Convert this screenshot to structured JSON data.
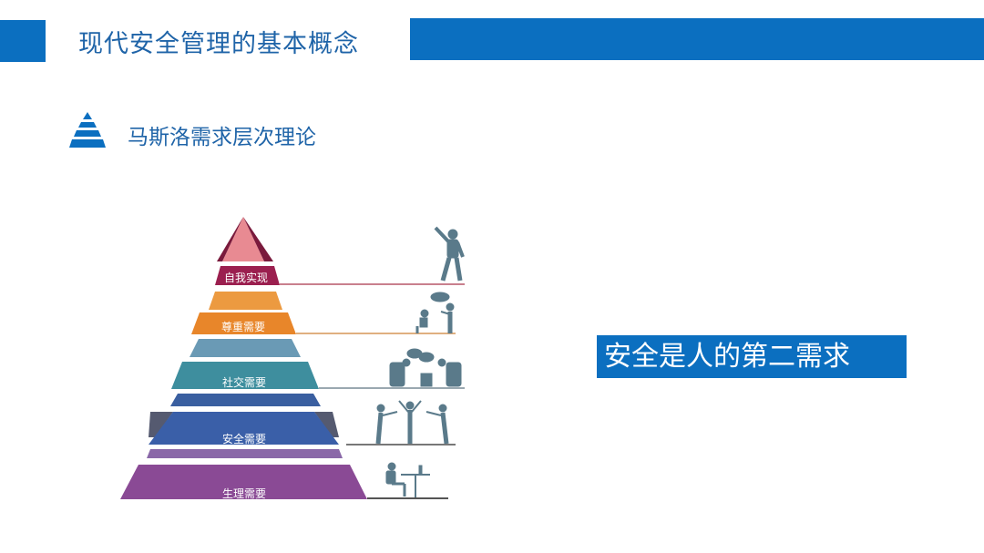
{
  "header": {
    "title": "现代安全管理的基本概念"
  },
  "section": {
    "title": "马斯洛需求层次理论",
    "icon": "pyramid-icon"
  },
  "pyramid": {
    "levels": [
      {
        "label": "自我实现",
        "color": "#9b1f4f"
      },
      {
        "label": "尊重需要",
        "color": "#e8862a"
      },
      {
        "label": "社交需要",
        "color": "#3e8e9e"
      },
      {
        "label": "安全需要",
        "color": "#3a5fa8"
      },
      {
        "label": "生理需要",
        "color": "#8a4a95"
      }
    ]
  },
  "callout": {
    "text": "安全是人的第二需求"
  },
  "colors": {
    "accent": "#0b6fc0"
  }
}
